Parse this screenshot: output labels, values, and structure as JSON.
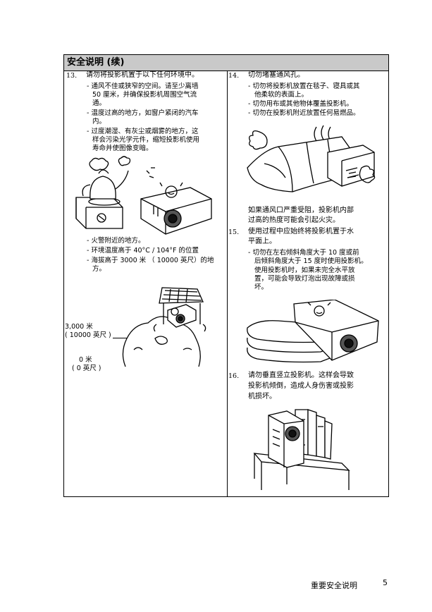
{
  "header": {
    "title": "安全说明 (续)"
  },
  "left": {
    "item13": {
      "num": "13.",
      "text": "请勿将投影机置于以下任何环境中。",
      "bullets": [
        "- 通风不佳或狭窄的空间。请至少离墙",
        "50 厘米，并确保投影机周围空气流",
        "通。",
        "- 温度过高的地方，如窗户紧闭的汽车",
        "内。",
        "- 过度潮湿、有灰尘或烟雾的地方，这",
        "样会污染光学元件，缩短投影机使用",
        "寿命并使图像变暗。"
      ],
      "bullets2": [
        "- 火警附近的地方。",
        "- 环境温度高于 40°C / 104°F 的位置",
        "- 海拔高于 3000 米 （ 10000 英尺）的地",
        "方。"
      ]
    },
    "altitude": {
      "top_line1": "3,000 米",
      "top_line2": "( 10000 英尺 )",
      "bottom_line1": "0 米",
      "bottom_line2": "( 0 英尺 )"
    }
  },
  "right": {
    "item14": {
      "num": "14.",
      "text": "切勿堵塞通风孔。",
      "bullets": [
        "- 切勿将投影机放置在毯子、寝具或其",
        "他柔软的表面上。",
        "- 切勿用布或其他物体覆盖投影机。",
        "- 切勿在投影机附近放置任何易燃品。"
      ],
      "note": [
        "如果通风口严重受阻，投影机内部",
        "过高的热度可能会引起火灾。"
      ]
    },
    "item15": {
      "num": "15.",
      "text": [
        "使用过程中应始终将投影机置于水",
        "平面上。"
      ],
      "bullets": [
        "- 切勿在左右倾斜角度大于 10 度或前",
        "后倾斜角度大于 15 度时使用投影机。",
        "使用投影机时，如果未完全水平放",
        "置，可能会导致灯泡出现故障或损",
        "坏。"
      ]
    },
    "item16": {
      "num": "16.",
      "text": [
        "请勿垂直竖立投影机。这样会导致",
        "投影机倾倒，造成人身伤害或投影",
        "机损坏。"
      ]
    }
  },
  "footer": {
    "title": "重要安全说明",
    "page": "5"
  }
}
